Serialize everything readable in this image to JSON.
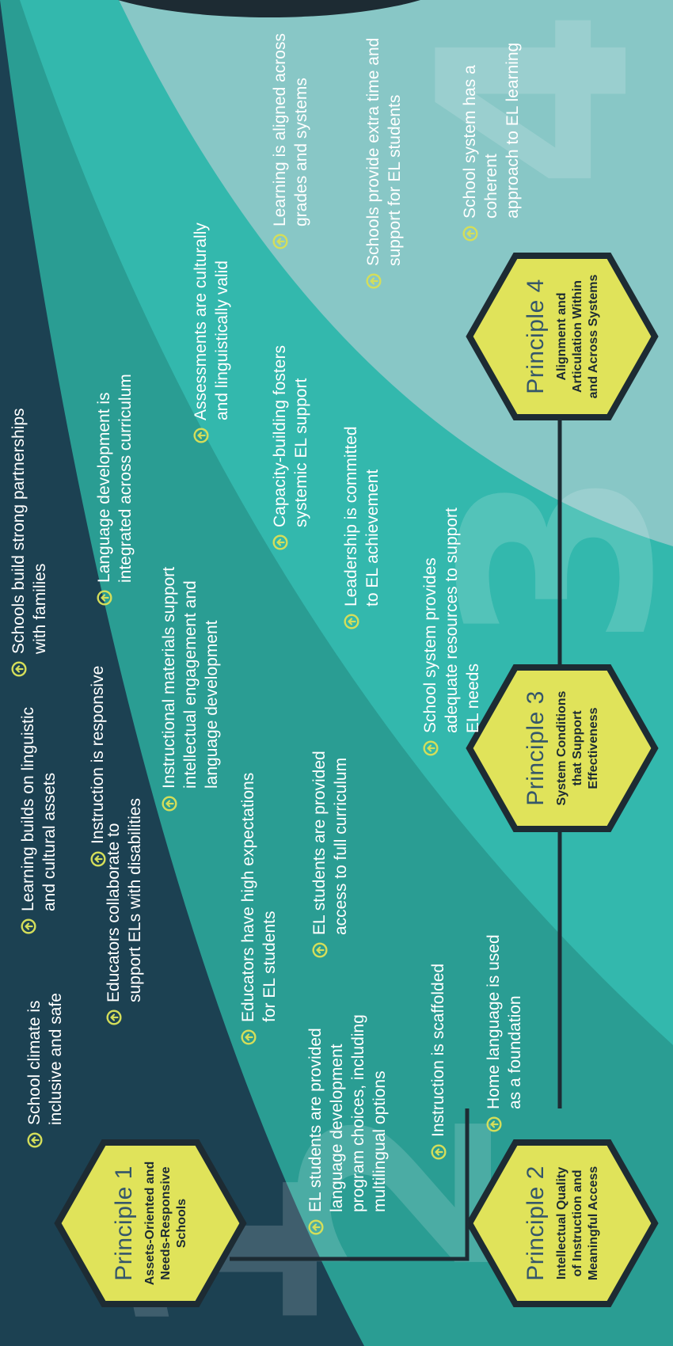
{
  "principles": [
    {
      "label": "Principle 1",
      "title": "Assets-Oriented and Needs-Responsive Schools",
      "bullets": [
        "School climate is\ninclusive and safe",
        "Learning builds on linguistic\nand cultural assets",
        "Schools build strong partnerships\nwith families",
        "Educators collaborate to\nsupport ELs with disabilities",
        "Instruction is responsive"
      ]
    },
    {
      "label": "Principle 2",
      "title": "Intellectual Quality of Instruction and Meaningful Access",
      "bullets": [
        "Language development is\nintegrated across curriculum",
        "Instructional materials support\nintellectual engagement and\nlanguage development",
        "Educators have high expectations\nfor EL students",
        "EL students are provided\nlanguage development\nprogram choices, including\nmultilingual options",
        "EL students are provided\naccess to full curriculum",
        "Instruction is scaffolded",
        "Home language is used\nas a foundation"
      ]
    },
    {
      "label": "Principle 3",
      "title": "System Conditions that Support Effectiveness",
      "bullets": [
        "Assessments are culturally\nand linguistically valid",
        "Capacity-building fosters\nsystemic  EL support",
        "Leadership is committed\nto EL achievement",
        "School system provides\nadequate resources to support\nEL needs"
      ]
    },
    {
      "label": "Principle 4",
      "title": "Alignment and Articulation Within and Across Systems",
      "bullets": [
        "Learning is aligned across\ngrades and systems",
        "Schools provide extra time and\nsupport for EL students",
        "School system has a coherent\napproach to EL learning"
      ]
    }
  ],
  "background_numerals": [
    "1",
    "2",
    "3",
    "4"
  ],
  "colors": {
    "band_1": "#1c4152",
    "band_2": "#2a9d93",
    "band_3": "#33b8ad",
    "band_4": "#88c7c6",
    "hexagon_fill": "#e0e35a",
    "hexagon_border": "#1d2b33",
    "connector": "#1d2b33",
    "bullet_icon": "#d4de5a",
    "bullet_text": "#ffffff"
  },
  "icons": {
    "bullet": "arrow-up-circle-icon"
  }
}
